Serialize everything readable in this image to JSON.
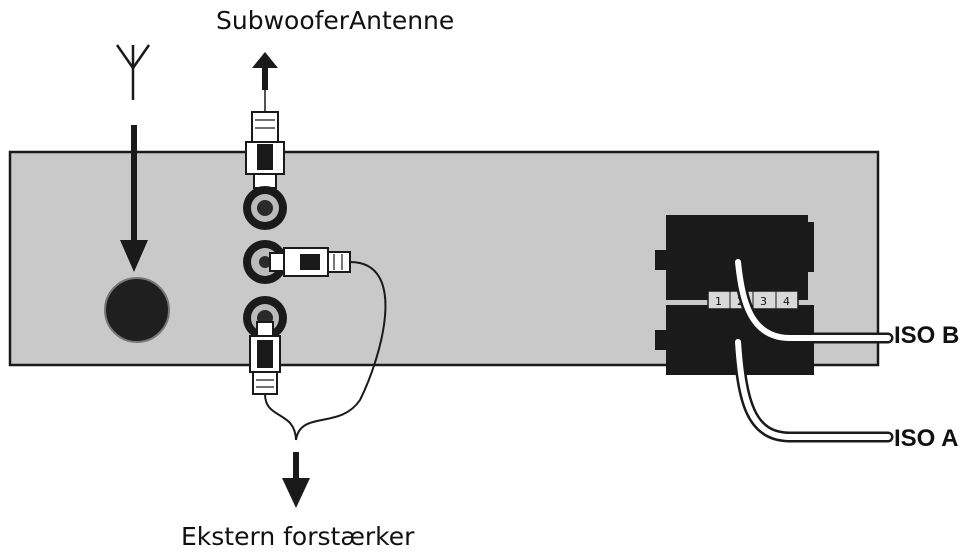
{
  "labels": {
    "top": "SubwooferAntenne",
    "bottom": "Ekstern forstærker",
    "iso_b": "ISO B",
    "iso_a": "ISO A"
  },
  "iso_pins": [
    "1",
    "2",
    "3",
    "4"
  ],
  "colors": {
    "panel": "#c9c9c9",
    "outline": "#1a1a1a",
    "cable": "#ffffff",
    "background": "#ffffff"
  }
}
